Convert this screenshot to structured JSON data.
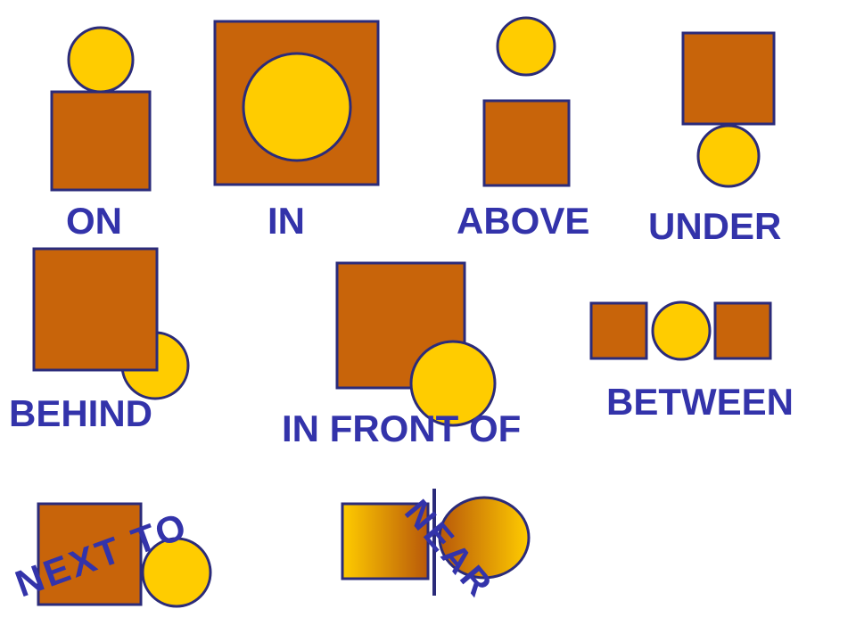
{
  "colors": {
    "square_fill": "#C8640A",
    "circle_fill": "#FFCC00",
    "outline": "#2B2B7A",
    "label": "#3333AA",
    "background": "#FFFFFF"
  },
  "panels": [
    {
      "id": "on",
      "label": "ON"
    },
    {
      "id": "in",
      "label": "IN"
    },
    {
      "id": "above",
      "label": "ABOVE"
    },
    {
      "id": "under",
      "label": "UNDER"
    },
    {
      "id": "behind",
      "label": "BEHIND"
    },
    {
      "id": "in-front-of",
      "label": "IN FRONT OF"
    },
    {
      "id": "between",
      "label": "BETWEEN"
    },
    {
      "id": "next-to",
      "label": "NEXT TO"
    },
    {
      "id": "near",
      "label": "NEAR"
    }
  ]
}
